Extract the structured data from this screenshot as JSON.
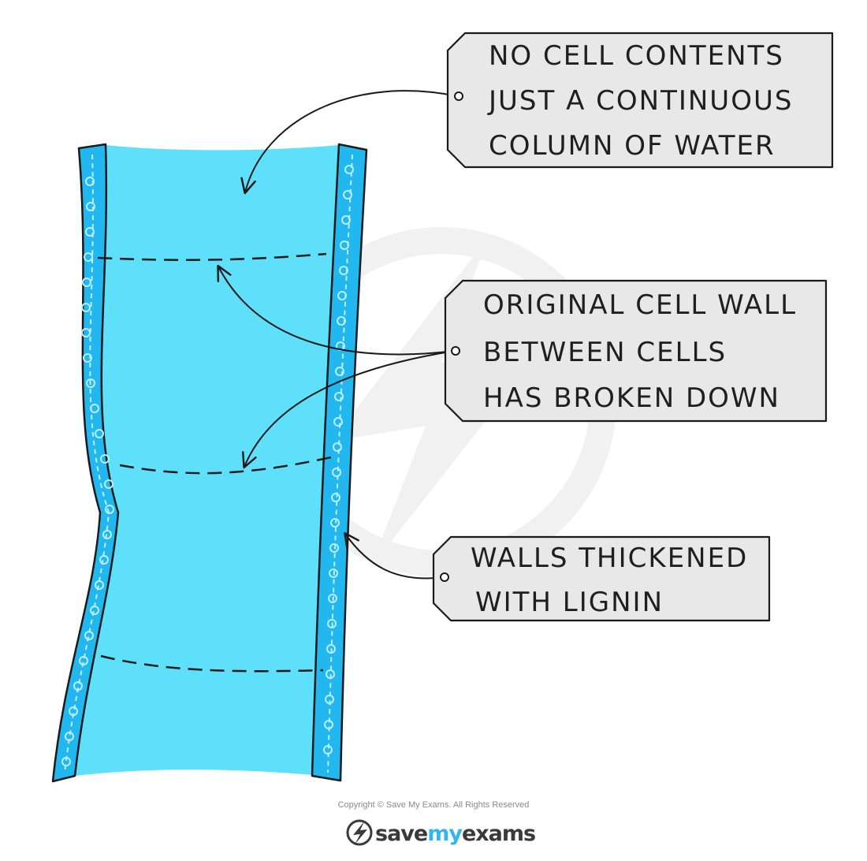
{
  "labels": {
    "contents": {
      "lines": [
        "NO CELL CONTENTS",
        "JUST A CONTINUOUS",
        "COLUMN OF WATER"
      ]
    },
    "wall": {
      "lines": [
        "ORIGINAL CELL WALL",
        "BETWEEN CELLS",
        "HAS BROKEN DOWN"
      ]
    },
    "lignin": {
      "lines": [
        "WALLS THICKENED",
        "WITH LIGNIN"
      ]
    }
  },
  "footer": {
    "copyright": "Copyright © Save My Exams. All Rights Reserved",
    "brand_save": "save",
    "brand_my": "my",
    "brand_exams": "exams"
  },
  "colors": {
    "water": "#5ee0fb",
    "wall": "#22b8ef",
    "wall_texture": "#b9efff",
    "tag_fill": "#e8e8e8",
    "outline": "#1a1a1a",
    "brand_dark": "#3a3a3a",
    "brand_accent": "#33b5ee"
  }
}
